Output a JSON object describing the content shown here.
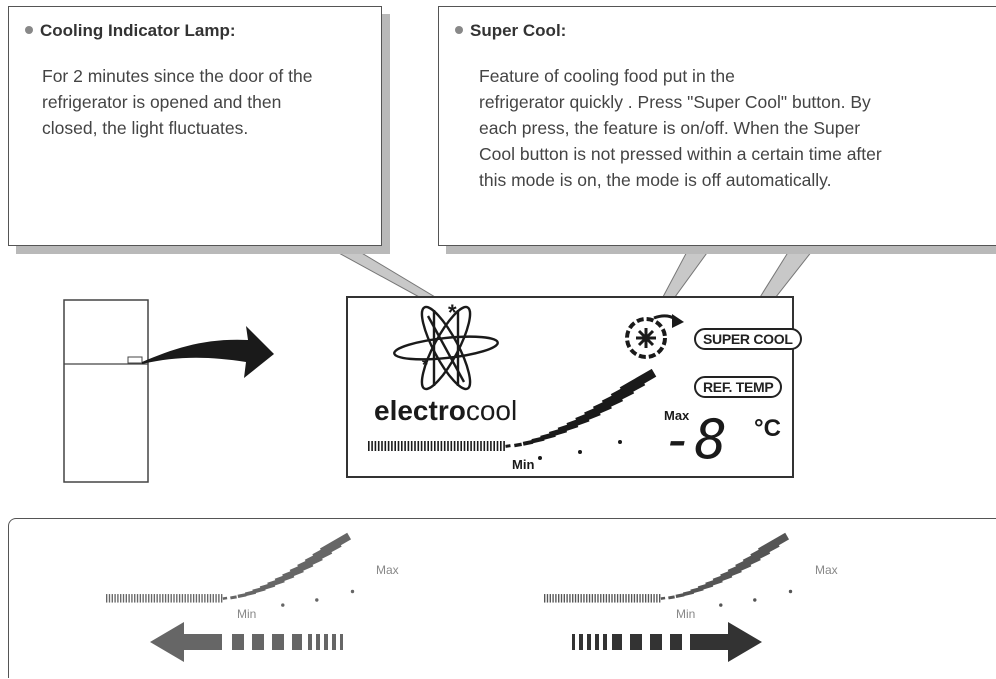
{
  "callouts": {
    "cooling_lamp": {
      "title": "Cooling Indicator Lamp:",
      "lines": [
        "For 2 minutes since the door of the",
        "refrigerator is opened and then",
        "closed, the light fluctuates."
      ]
    },
    "super_cool": {
      "title": "Super Cool:",
      "lines": [
        "Feature of cooling food put in the",
        "refrigerator quickly . Press \"Super Cool\" button. By",
        "each press, the feature is on/off. When the Super",
        "Cool button is not pressed within a certain time after",
        "this mode is on, the mode is off automatically."
      ]
    }
  },
  "display": {
    "brand_bold": "electro",
    "brand_light": "cool",
    "super_cool_label": "SUPER COOL",
    "ref_temp_label": "REF. TEMP",
    "min_label": "Min",
    "max_label": "Max",
    "temp_value": "-8",
    "temp_unit": "°C"
  },
  "examples": {
    "decrease": {
      "min_label": "Min",
      "max_label": "Max",
      "arrow": "left-arrow-icon"
    },
    "increase": {
      "min_label": "Min",
      "max_label": "Max",
      "arrow": "right-arrow-icon"
    }
  },
  "colors": {
    "ink": "#1a1a1a",
    "shadow": "#b9b9b9",
    "grey_text": "#444444"
  }
}
